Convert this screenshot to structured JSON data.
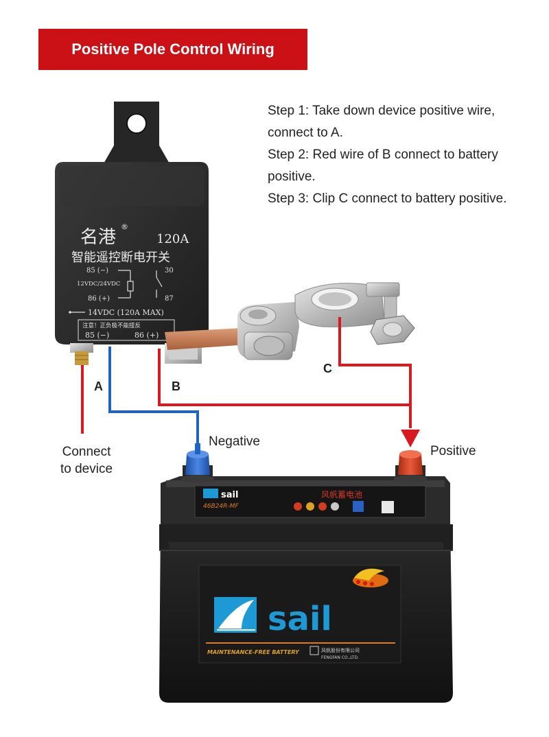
{
  "title": "Positive Pole Control Wiring",
  "steps": [
    "Step 1: Take down device positive wire, connect to A.",
    "Step 2: Red wire of B connect to battery positive.",
    "Step 3: Clip C connect to battery positive."
  ],
  "labels": {
    "a": "A",
    "b": "B",
    "c": "C",
    "negative": "Negative",
    "positive": "Positive",
    "connect_to_device_line1": "Connect",
    "connect_to_device_line2": "to device"
  },
  "relay": {
    "brand": "名港",
    "registered": "®",
    "rating": "120A",
    "product_name": "智能遥控断电开关",
    "pin85": "85 (−)",
    "pin30": "30",
    "voltage": "12VDC/24VDC",
    "pin86": "86 (+)",
    "pin87": "87",
    "spec": "14VDC (120A MAX)",
    "warning": "注意！正负极不能接反",
    "term85": "85 (−)",
    "term86": "86 (+)"
  },
  "battery": {
    "brand": "sail",
    "model": "46B24R-MF",
    "cn_name": "风帆蓄电池",
    "maintenance": "MAINTENANCE-FREE BATTERY",
    "company_cn": "风帆股份有限公司",
    "company_en": "FENGFAN CO.,LTD."
  },
  "colors": {
    "banner": "#cc1116",
    "red_wire": "#d71920",
    "blue_wire": "#1f64c4",
    "relay_body": "#2b2b2b",
    "battery_body": "#1c1c1c",
    "copper": "#c77c4e",
    "negative_terminal": "#2a62c2",
    "positive_terminal": "#d23d1f",
    "sail_blue": "#1d9ad6"
  }
}
